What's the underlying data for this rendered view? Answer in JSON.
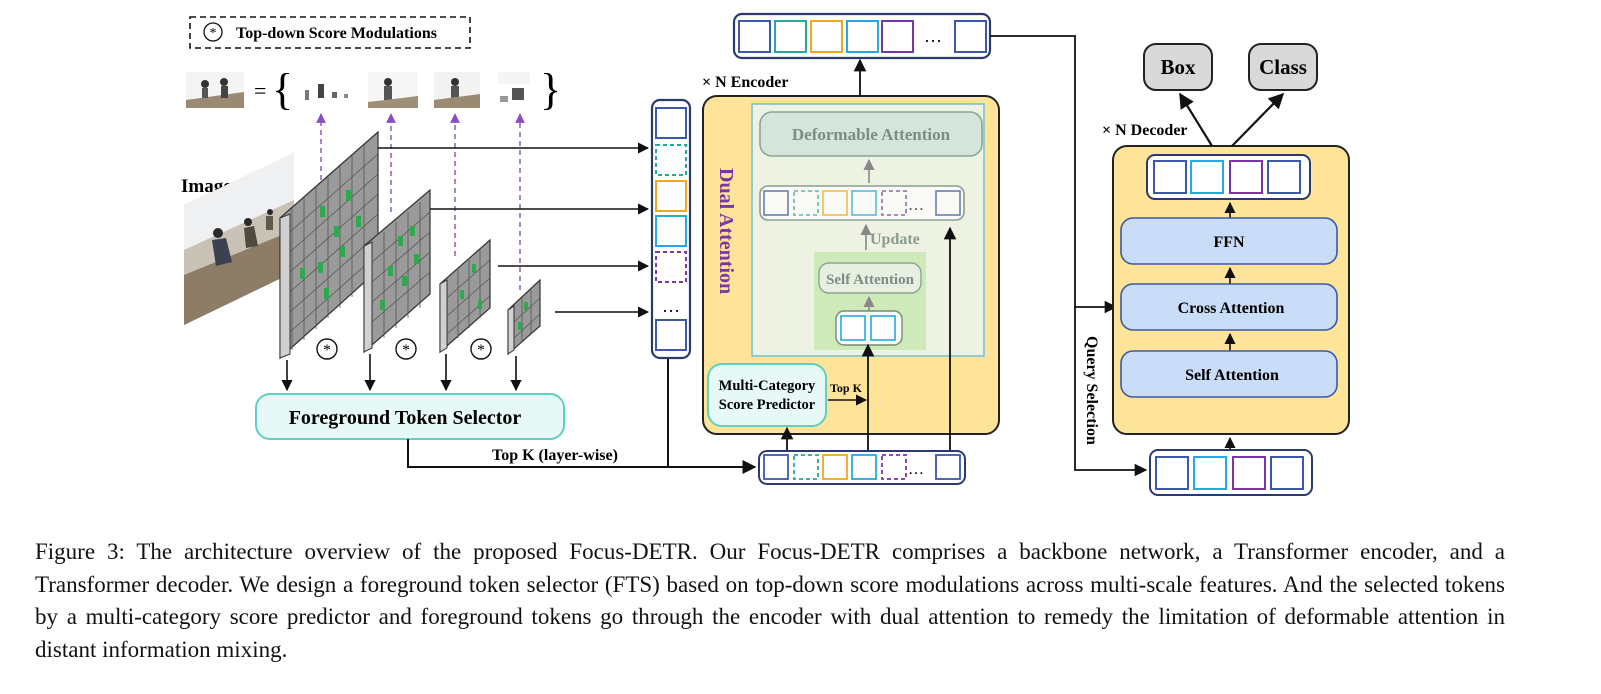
{
  "figure": {
    "legend_label": "Top-down Score Modulations",
    "equals_sign": "=",
    "brace_open": "{",
    "brace_close": "}",
    "image_label": "Image",
    "fts_label": "Foreground Token Selector",
    "topk_layerwise_label": "Top K (layer-wise)",
    "encoder_repeat_label": "× N Encoder",
    "dual_attention_label": "Dual Attention",
    "deformable_attention_label": "Deformable Attention",
    "update_label": "Update",
    "self_attention_enc_label": "Self Attention",
    "mcsp_label_line1": "Multi-Category",
    "mcsp_label_line2": "Score Predictor",
    "topk_small_label": "Top K",
    "decoder_repeat_label": "× N Decoder",
    "ffn_label": "FFN",
    "cross_attention_label": "Cross Attention",
    "self_attention_dec_label": "Self Attention",
    "query_selection_label": "Query Selection",
    "box_label": "Box",
    "class_label": "Class",
    "ellipsis": "…",
    "colors": {
      "token_blue": "#3c58a8",
      "token_teal": "#25a99a",
      "token_orange": "#f2a81c",
      "token_cyan": "#26a9e0",
      "token_purple": "#7b35a4",
      "encoder_fill": "#fde498",
      "block_blue": "#c9dcf8",
      "fts_border": "#5fd0c0",
      "dashed_purple": "#8a4ec2",
      "caption_text": "#111111"
    }
  },
  "caption": "Figure 3: The architecture overview of the proposed Focus-DETR. Our Focus-DETR comprises a backbone network, a Transformer encoder, and a Transformer decoder. We design a foreground token selector (FTS) based on top-down score modulations across multi-scale features. And the selected tokens by a multi-category score predictor and foreground tokens go through the encoder with dual attention to remedy the limitation of deformable attention in distant information mixing."
}
